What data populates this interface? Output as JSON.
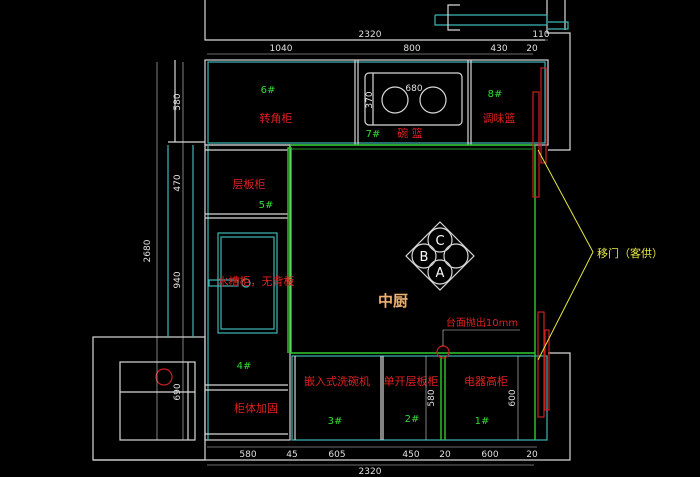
{
  "title": "中厨",
  "colors": {
    "background": "#000000",
    "wall": "#d8d8d8",
    "cabinet": "#3fb6b6",
    "countertop": "#2fcc2f",
    "label": "#e02020",
    "number": "#33dd33",
    "door": "#e6e640",
    "title": "#f0b070"
  },
  "top_dims": {
    "total": "2320",
    "offset": "110",
    "segments": [
      "1040",
      "800",
      "430",
      "20"
    ]
  },
  "bottom_dims": {
    "total": "2320",
    "segments": [
      "580",
      "45",
      "605",
      "450",
      "20",
      "600",
      "20"
    ]
  },
  "left_dims": {
    "total": "2680",
    "segments": [
      "580",
      "470",
      "940",
      "690"
    ]
  },
  "sink": {
    "width": "680",
    "depth": "370"
  },
  "cabinets": [
    {
      "num": "6#",
      "label": "转角柜"
    },
    {
      "num": "7#",
      "label": "碗  篮"
    },
    {
      "num": "8#",
      "label": "调味篮"
    },
    {
      "num": "5#",
      "label": "层板柜"
    },
    {
      "num": "4#",
      "label": "水槽柜，无背板"
    },
    {
      "num": "",
      "label": "柜体加固"
    },
    {
      "num": "3#",
      "label": "嵌入式洗碗机"
    },
    {
      "num": "2#",
      "label": "单开层板柜"
    },
    {
      "num": "1#",
      "label": "电器高柜"
    }
  ],
  "depth_dims": [
    "580",
    "600"
  ],
  "annotations": {
    "overhang": "台面抛出10mm",
    "sliding_door": "移门（客供）"
  },
  "compass": [
    "A",
    "B",
    "C"
  ]
}
